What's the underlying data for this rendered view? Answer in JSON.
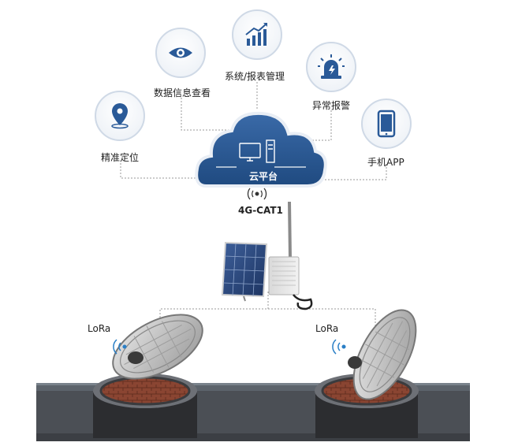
{
  "features": [
    {
      "key": "positioning",
      "label": "精准定位",
      "icon": "location-pin-icon"
    },
    {
      "key": "data-view",
      "label": "数据信息查看",
      "icon": "eye-icon"
    },
    {
      "key": "system-report",
      "label": "系统/报表管理",
      "icon": "bar-chart-trend-icon"
    },
    {
      "key": "alarm",
      "label": "异常报警",
      "icon": "alarm-siren-icon"
    },
    {
      "key": "mobile-app",
      "label": "手机APP",
      "icon": "smartphone-icon"
    }
  ],
  "cloud": {
    "label": "云平台"
  },
  "uplink": {
    "label": "4G-CAT1"
  },
  "nodes": [
    {
      "key": "left",
      "label": "LoRa"
    },
    {
      "key": "right",
      "label": "LoRa"
    }
  ],
  "colors": {
    "icon_blue": "#2a5a98",
    "icon_ring": "#cfd9e6",
    "cloud_dark": "#2c5790",
    "cloud_light": "#e9eef5",
    "ground": "#4b4f55",
    "brick": "#7a3a2a"
  }
}
